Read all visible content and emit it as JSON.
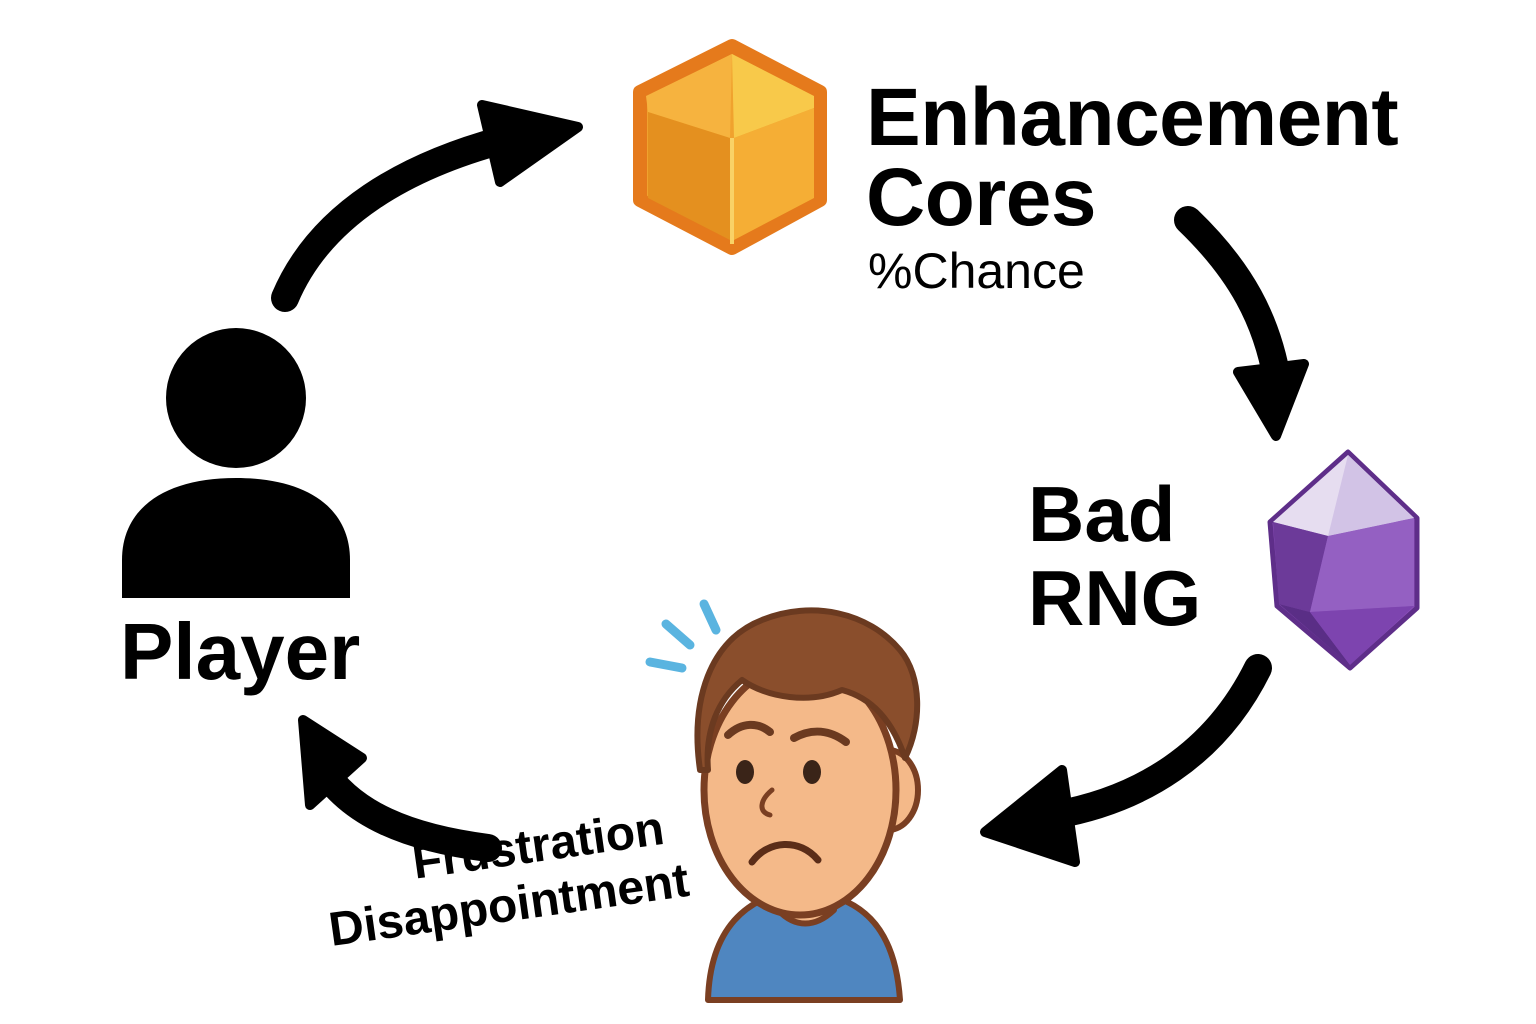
{
  "nodes": {
    "player": {
      "label": "Player",
      "icon": "user-silhouette-icon"
    },
    "enhancement_cores": {
      "title_line1": "Enhancement",
      "title_line2": "Cores",
      "subtitle": "%Chance",
      "icon": "orange-cube-icon"
    },
    "bad_rng": {
      "line1": "Bad",
      "line2": "RNG",
      "icon": "purple-crystal-icon"
    },
    "outcome": {
      "line1": "Frustration",
      "line2": "Disappointment",
      "icon": "sad-man-face-icon"
    }
  },
  "cycle_order": [
    "player",
    "enhancement_cores",
    "bad_rng",
    "outcome",
    "player"
  ],
  "colors": {
    "arrow": "#000000",
    "cube_main": "#F0A22E",
    "cube_outline": "#E57A1C",
    "crystal_main": "#8A4FB8",
    "crystal_light": "#E6DDF0",
    "skin": "#F4B989",
    "hair": "#8A4E2C",
    "shirt": "#4F86C0",
    "stress_lines": "#5AB4E0"
  }
}
